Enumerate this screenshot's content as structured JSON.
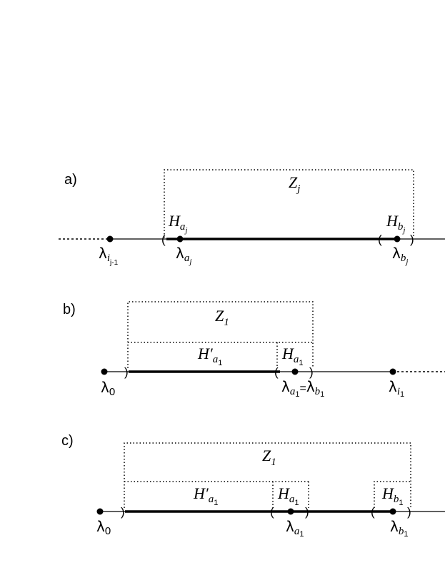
{
  "panels": [
    {
      "label": "a)",
      "zone": "Z",
      "zone_sub": "j",
      "h_left": "H",
      "h_left_sub": "a",
      "h_left_subsub": "j",
      "h_right": "H",
      "h_right_sub": "b",
      "h_right_subsub": "j",
      "pt0": "λ",
      "pt0_sub": "i",
      "pt0_subsub": "j-1",
      "pt1": "λ",
      "pt1_sub": "a",
      "pt1_subsub": "j",
      "pt2": "λ",
      "pt2_sub": "b",
      "pt2_subsub": "j"
    },
    {
      "label": "b)",
      "zone": "Z",
      "zone_sub": "1",
      "hprime": "H′",
      "hprime_sub": "a",
      "hprime_subsub": "1",
      "h_right": "H",
      "h_right_sub": "a",
      "h_right_subsub": "1",
      "pt0": "λ",
      "pt0_sub": "0",
      "pt1": "λ",
      "pt1_sub": "a",
      "pt1_subsub": "1",
      "eq": "=",
      "pt1b": "λ",
      "pt1b_sub": "b",
      "pt1b_subsub": "1",
      "pt2": "λ",
      "pt2_sub": "i",
      "pt2_subsub": "1"
    },
    {
      "label": "c)",
      "zone": "Z",
      "zone_sub": "1",
      "hprime": "H′",
      "hprime_sub": "a",
      "hprime_subsub": "1",
      "h_mid": "H",
      "h_mid_sub": "a",
      "h_mid_subsub": "1",
      "h_right": "H",
      "h_right_sub": "b",
      "h_right_subsub": "1",
      "pt0": "λ",
      "pt0_sub": "0",
      "pt1": "λ",
      "pt1_sub": "a",
      "pt1_subsub": "1",
      "pt2": "λ",
      "pt2_sub": "b",
      "pt2_subsub": "1"
    }
  ],
  "paren_open": "(",
  "paren_close": ")"
}
